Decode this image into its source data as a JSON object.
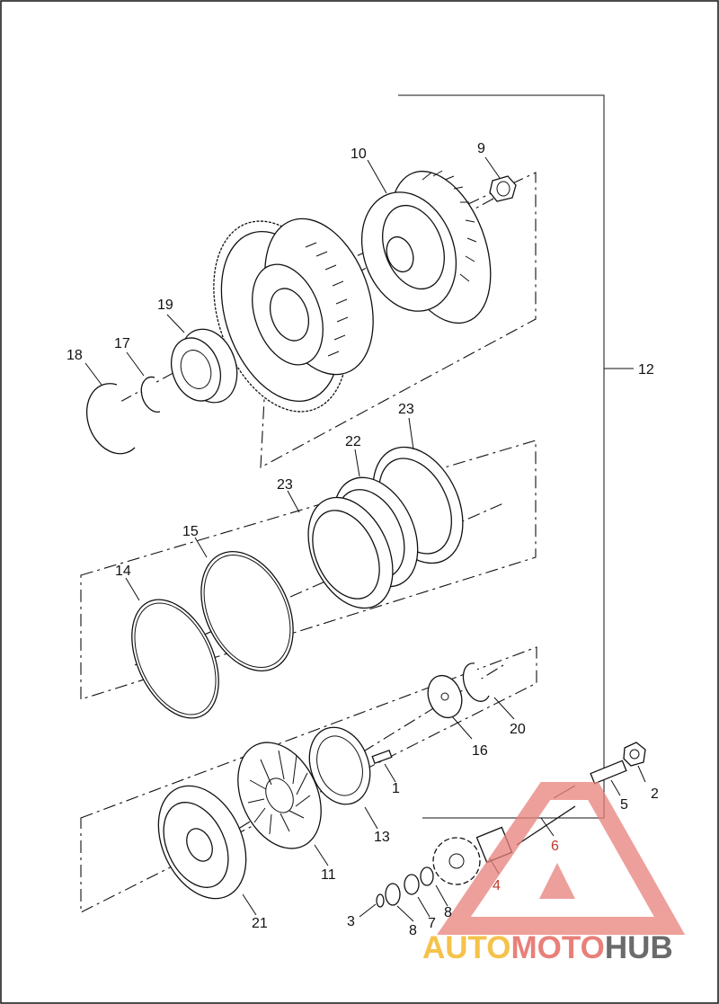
{
  "callouts": [
    {
      "id": "c1",
      "label": "1"
    },
    {
      "id": "c2",
      "label": "2"
    },
    {
      "id": "c3",
      "label": "3"
    },
    {
      "id": "c4",
      "label": "4"
    },
    {
      "id": "c5",
      "label": "5"
    },
    {
      "id": "c6",
      "label": "6"
    },
    {
      "id": "c7",
      "label": "7"
    },
    {
      "id": "c8a",
      "label": "8"
    },
    {
      "id": "c8b",
      "label": "8"
    },
    {
      "id": "c9",
      "label": "9"
    },
    {
      "id": "c10",
      "label": "10"
    },
    {
      "id": "c11",
      "label": "11"
    },
    {
      "id": "c12",
      "label": "12"
    },
    {
      "id": "c13",
      "label": "13"
    },
    {
      "id": "c14",
      "label": "14"
    },
    {
      "id": "c15",
      "label": "15"
    },
    {
      "id": "c16",
      "label": "16"
    },
    {
      "id": "c17",
      "label": "17"
    },
    {
      "id": "c18",
      "label": "18"
    },
    {
      "id": "c19",
      "label": "19"
    },
    {
      "id": "c20",
      "label": "20"
    },
    {
      "id": "c21",
      "label": "21"
    },
    {
      "id": "c22",
      "label": "22"
    },
    {
      "id": "c23a",
      "label": "23"
    },
    {
      "id": "c23b",
      "label": "23"
    }
  ],
  "watermark": {
    "word_a": "AUTO",
    "word_b": "MOTO",
    "word_c": "HUB",
    "color_a": "#f5c24a",
    "color_b": "#e8807a",
    "color_c": "#6b6b6b"
  }
}
